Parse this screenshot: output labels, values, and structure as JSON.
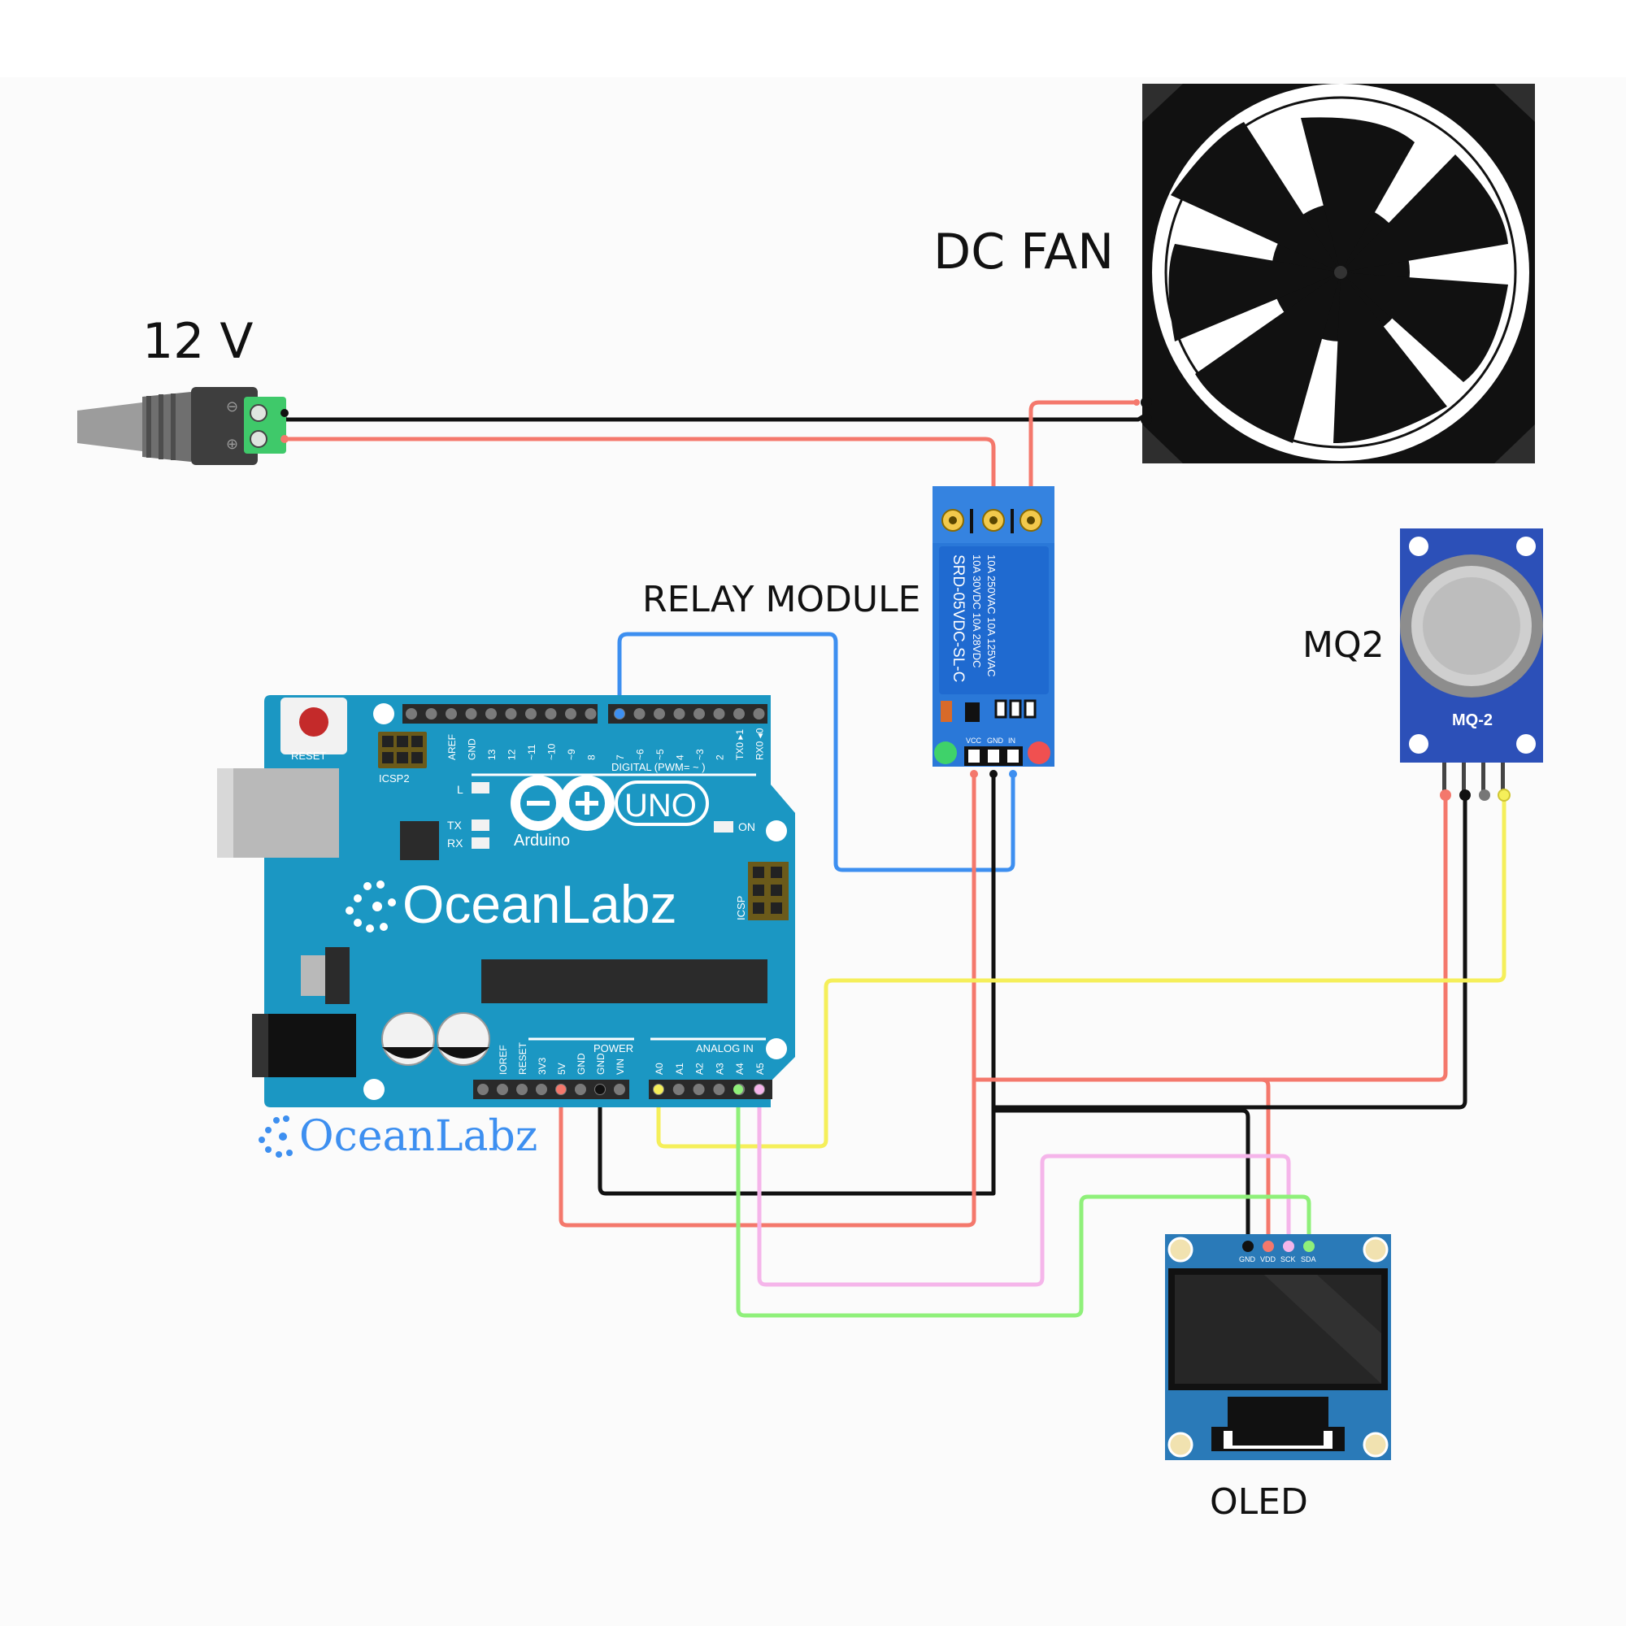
{
  "labels": {
    "power_supply": "12 V",
    "fan": "DC FAN",
    "relay": "RELAY MODULE",
    "sensor": "MQ2",
    "display": "OLED"
  },
  "arduino": {
    "brand": "OceanLabz",
    "uno": "UNO",
    "arduino": "Arduino",
    "reset": "RESET",
    "icsp2": "ICSP2",
    "icsp": "ICSP",
    "digital": "DIGITAL (PWM= ~ )",
    "power": "POWER",
    "analog": "ANALOG IN",
    "on": "ON",
    "led_l": "L",
    "led_tx": "TX",
    "led_rx": "RX",
    "digital_pins": [
      "AREF",
      "GND",
      "13",
      "12",
      "~11",
      "~10",
      "~9",
      "8",
      "7",
      "~6",
      "~5",
      "4",
      "~3",
      "2",
      "TX0 ▸1",
      "RX0 ◂0"
    ],
    "power_pins": [
      "IOREF",
      "RESET",
      "3V3",
      "5V",
      "GND",
      "GND",
      "VIN"
    ],
    "analog_pins": [
      "A0",
      "A1",
      "A2",
      "A3",
      "A4",
      "A5"
    ]
  },
  "watermark": "OceanLabz",
  "relay_module": {
    "part": "SRD-05VDC-SL-C",
    "rating1": "10A 250VAC  10A 125VAC",
    "rating2": "10A 30VDC  10A 28VDC",
    "pins": [
      "VCC",
      "GND",
      "IN"
    ]
  },
  "mq2": {
    "title": "MQ-2"
  },
  "oled": {
    "pins": [
      "GND",
      "VDD",
      "SCK",
      "SDA"
    ]
  },
  "colors": {
    "red": "#f4786c",
    "black": "#111111",
    "blue": "#3d8ff0",
    "yellow": "#f5ef5a",
    "pink": "#f5b5ea",
    "green": "#8ff07a",
    "board": "#1b97c3",
    "relay": "#2a78d8",
    "mq2": "#2c50b8",
    "oled": "#2a7ab8"
  }
}
